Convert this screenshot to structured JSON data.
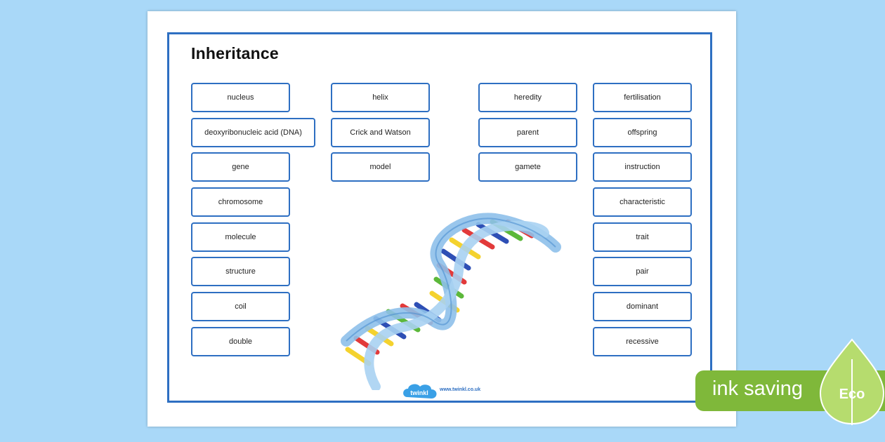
{
  "title": "Inheritance",
  "cards": {
    "nucleus": "nucleus",
    "dna": "deoxyribonucleic acid (DNA)",
    "gene": "gene",
    "chromosome": "chromosome",
    "molecule": "molecule",
    "structure": "structure",
    "coil": "coil",
    "double": "double",
    "helix": "helix",
    "crick_watson": "Crick and Watson",
    "model": "model",
    "heredity": "heredity",
    "parent": "parent",
    "gamete": "gamete",
    "fertilisation": "fertilisation",
    "offspring": "offspring",
    "instruction": "instruction",
    "characteristic": "characteristic",
    "trait": "trait",
    "pair": "pair",
    "dominant": "dominant",
    "recessive": "recessive"
  },
  "footer": {
    "logo_text": "twinkl",
    "url": "www.twinkl.co.uk"
  },
  "badge": {
    "label": "ink saving",
    "eco": "Eco"
  },
  "colors": {
    "background": "#a9d8f8",
    "frame": "#2e6fc2",
    "badge": "#7fb83a"
  }
}
